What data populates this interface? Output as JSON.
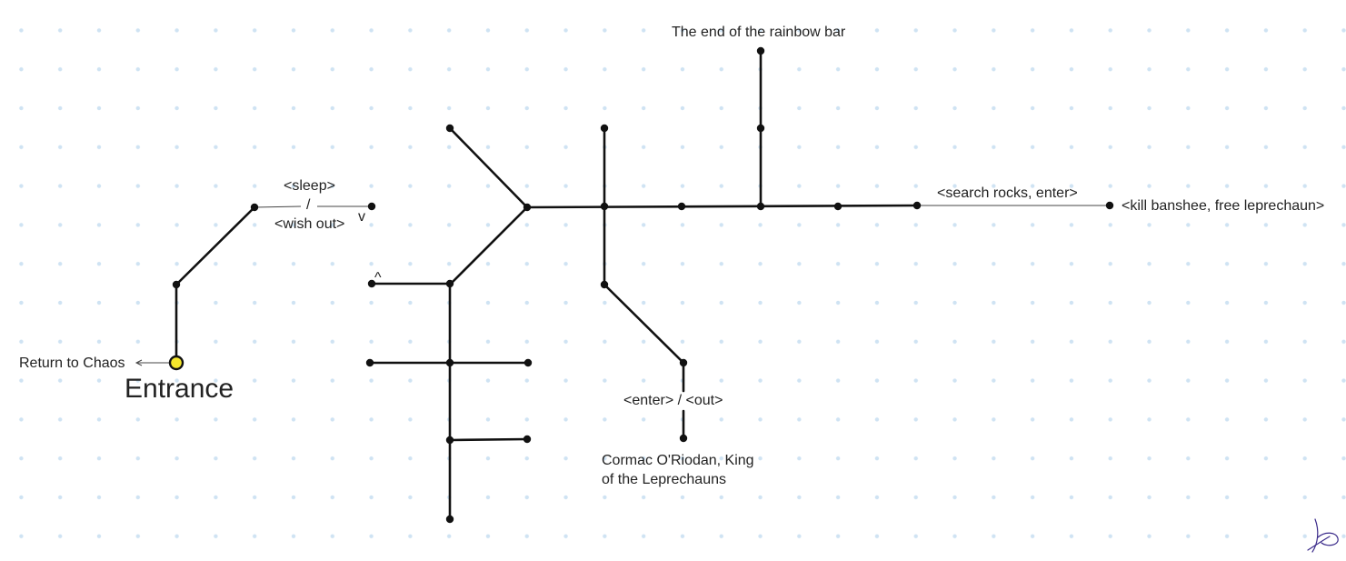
{
  "labels": {
    "rainbow_bar": "The end of the rainbow bar",
    "sleep": "<sleep>",
    "slash": "/",
    "wish_out": "<wish out>",
    "down_mark": "v",
    "up_mark": "^",
    "search_rocks": "<search rocks, enter>",
    "kill_banshee": "<kill banshee, free leprechaun>",
    "return_chaos": "Return to Chaos",
    "entrance": "Entrance",
    "enter_out": "<enter> / <out>",
    "cormac": "Cormac O'Riodan, King\nof the Leprechauns"
  },
  "colors": {
    "line": "#111111",
    "thin_line": "#444444",
    "entrance_fill": "#f5e72c",
    "grid_dot": "#cfe3f3"
  }
}
